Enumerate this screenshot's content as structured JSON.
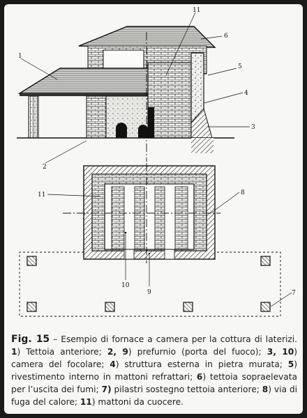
{
  "figure": {
    "labels": {
      "l1": "1",
      "l2": "2",
      "l3": "3",
      "l4": "4",
      "l5": "5",
      "l6": "6",
      "l7": "7",
      "l8": "8",
      "l9": "9",
      "l10": "10",
      "l11_top": "11",
      "l11_plan": "11"
    }
  },
  "caption": {
    "fig_label": "Fig. 15",
    "intro": " – Esempio di fornace a camera per la cottura di laterizi. ",
    "n1": "1",
    "t1": ") Tettoia anteriore; ",
    "n2": "2, 9",
    "t2": ") prefurnio (porta del fuoco); ",
    "n3": "3, 10",
    "t3": ") camera del focolare; ",
    "n4": "4",
    "t4": ") struttura esterna in pietra murata; ",
    "n5": "5",
    "t5": ") rivestimento interno in mattoni refrattari; ",
    "n6": "6",
    "t6": ") tettoia sopraelevata per l’uscita dei fumi; ",
    "n7": "7)",
    "t7": " pilastri sostegno tettoia anteriore; ",
    "n8": "8",
    "t8": ") via di fuga del calore; ",
    "n11": "11",
    "t11": ") mattoni da cuocere."
  }
}
